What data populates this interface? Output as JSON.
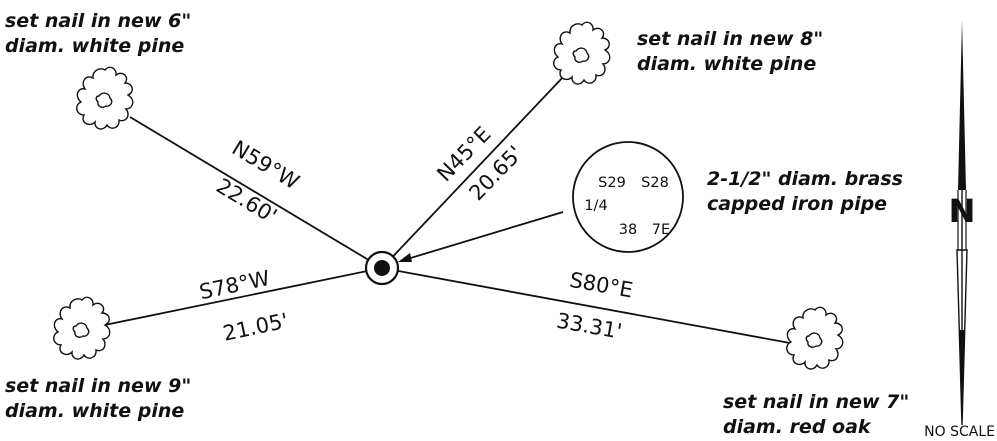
{
  "trees": {
    "nw": {
      "line1": "set nail in new 6\"",
      "line2": "diam. white pine"
    },
    "ne": {
      "line1": "set nail in new 8\"",
      "line2": "diam. white pine"
    },
    "sw": {
      "line1": "set nail in new 9\"",
      "line2": "diam. white pine"
    },
    "se": {
      "line1": "set nail in new 7\"",
      "line2": "diam. red oak"
    }
  },
  "ties": {
    "nw": {
      "bearing": "N59°W",
      "distance": "22.60'"
    },
    "ne": {
      "bearing": "N45°E",
      "distance": "20.65'"
    },
    "sw": {
      "bearing": "S78°W",
      "distance": "21.05'"
    },
    "se": {
      "bearing": "S80°E",
      "distance": "33.31'"
    }
  },
  "monument": {
    "callout": {
      "line1": "2-1/2\" diam. brass",
      "line2": "capped iron pipe"
    },
    "cap": {
      "top_left": "S29",
      "top_right": "S28",
      "middle": "1/4",
      "bottom_left": "38",
      "bottom_right": "7E"
    }
  },
  "north_arrow": {
    "label": "N"
  },
  "scale_note": "NO SCALE"
}
